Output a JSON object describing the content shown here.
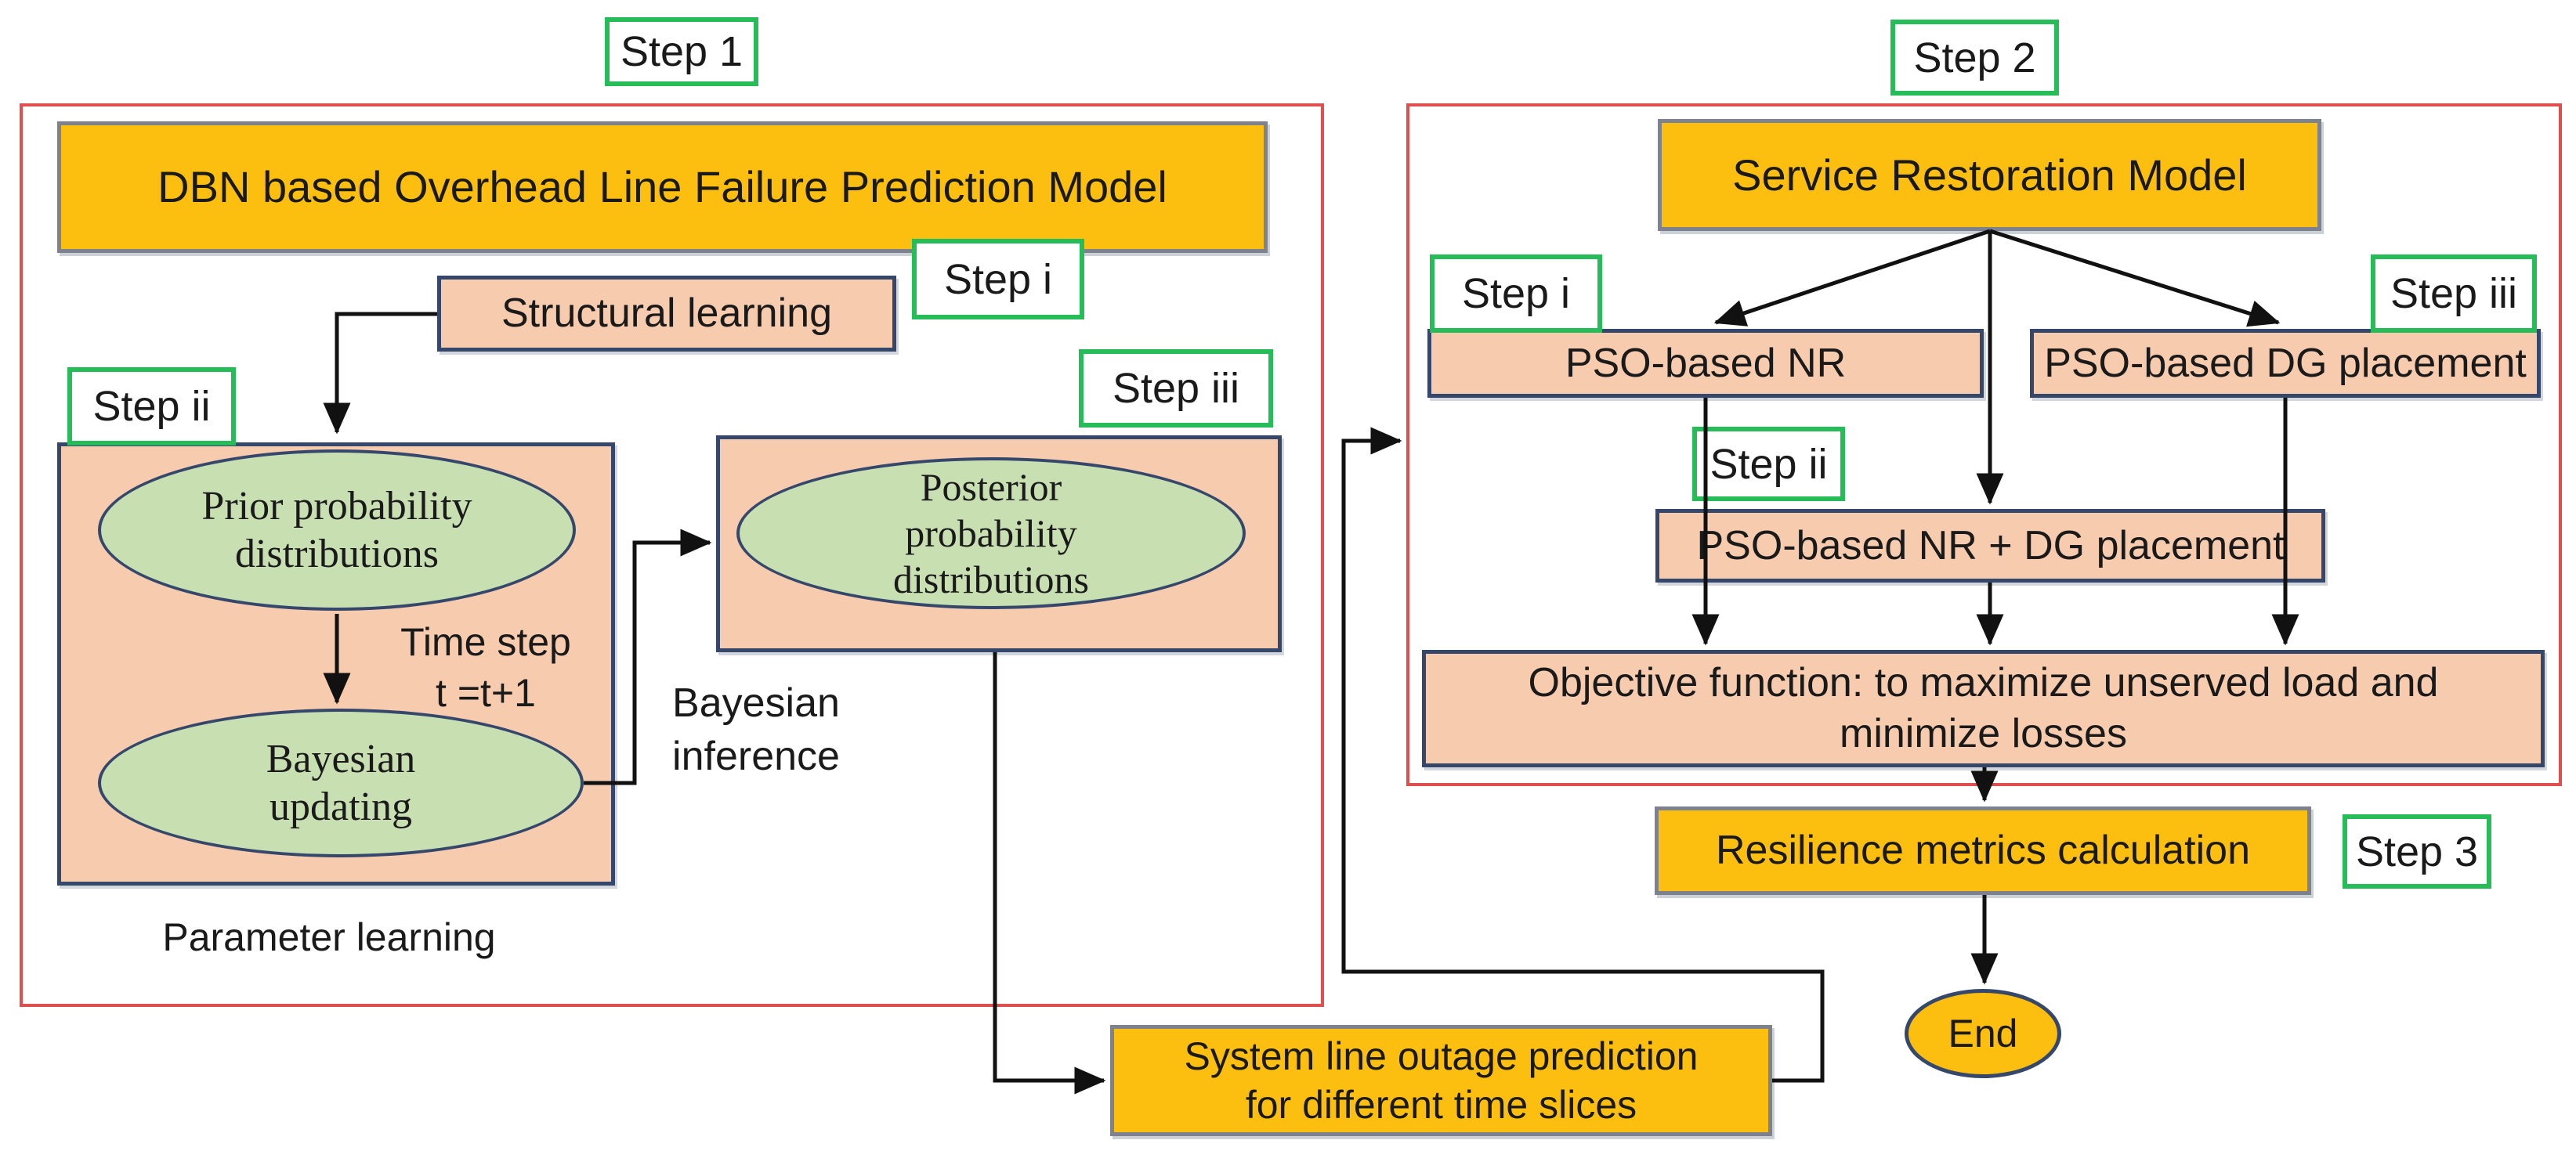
{
  "colors": {
    "orange": "#fcbf0f",
    "salmon": "#f7cbae",
    "green": "#c8dfb2",
    "navy": "#35476b",
    "grey-border": "#7d828e",
    "red": "#e04f4f",
    "badge-green": "#26bc58",
    "ink": "#1a1a1a",
    "line": "#111111"
  },
  "left_panel": {
    "step_badge": "Step 1",
    "title": "DBN based Overhead Line Failure Prediction Model",
    "badge_i": "Step i",
    "badge_ii": "Step ii",
    "badge_iii": "Step iii",
    "structural_learning": "Structural learning",
    "prior_ellipse": {
      "line1": "Prior probability",
      "line2": "distributions"
    },
    "time_step": {
      "line1": "Time step",
      "line2": "t =t+1"
    },
    "bayesian_updating": {
      "line1": "Bayesian",
      "line2": "updating"
    },
    "bayesian_inference": {
      "line1": "Bayesian",
      "line2": "inference"
    },
    "parameter_learning": "Parameter learning",
    "posterior_ellipse": {
      "line1": "Posterior",
      "line2": "probability",
      "line3": "distributions"
    },
    "system_outage": {
      "line1": "System line outage prediction",
      "line2": "for different time slices"
    }
  },
  "right_panel": {
    "step_badge": "Step 2",
    "title": "Service Restoration Model",
    "badge_i": "Step i",
    "badge_ii": "Step ii",
    "badge_iii": "Step iii",
    "pso_nr": "PSO-based NR",
    "pso_dg": "PSO-based DG placement",
    "pso_nr_dg": "PSO-based NR + DG placement",
    "objective": {
      "line1": "Objective function: to maximize unserved load and",
      "line2": "minimize losses"
    },
    "resilience": "Resilience metrics calculation",
    "step3_badge": "Step 3",
    "end": "End"
  }
}
